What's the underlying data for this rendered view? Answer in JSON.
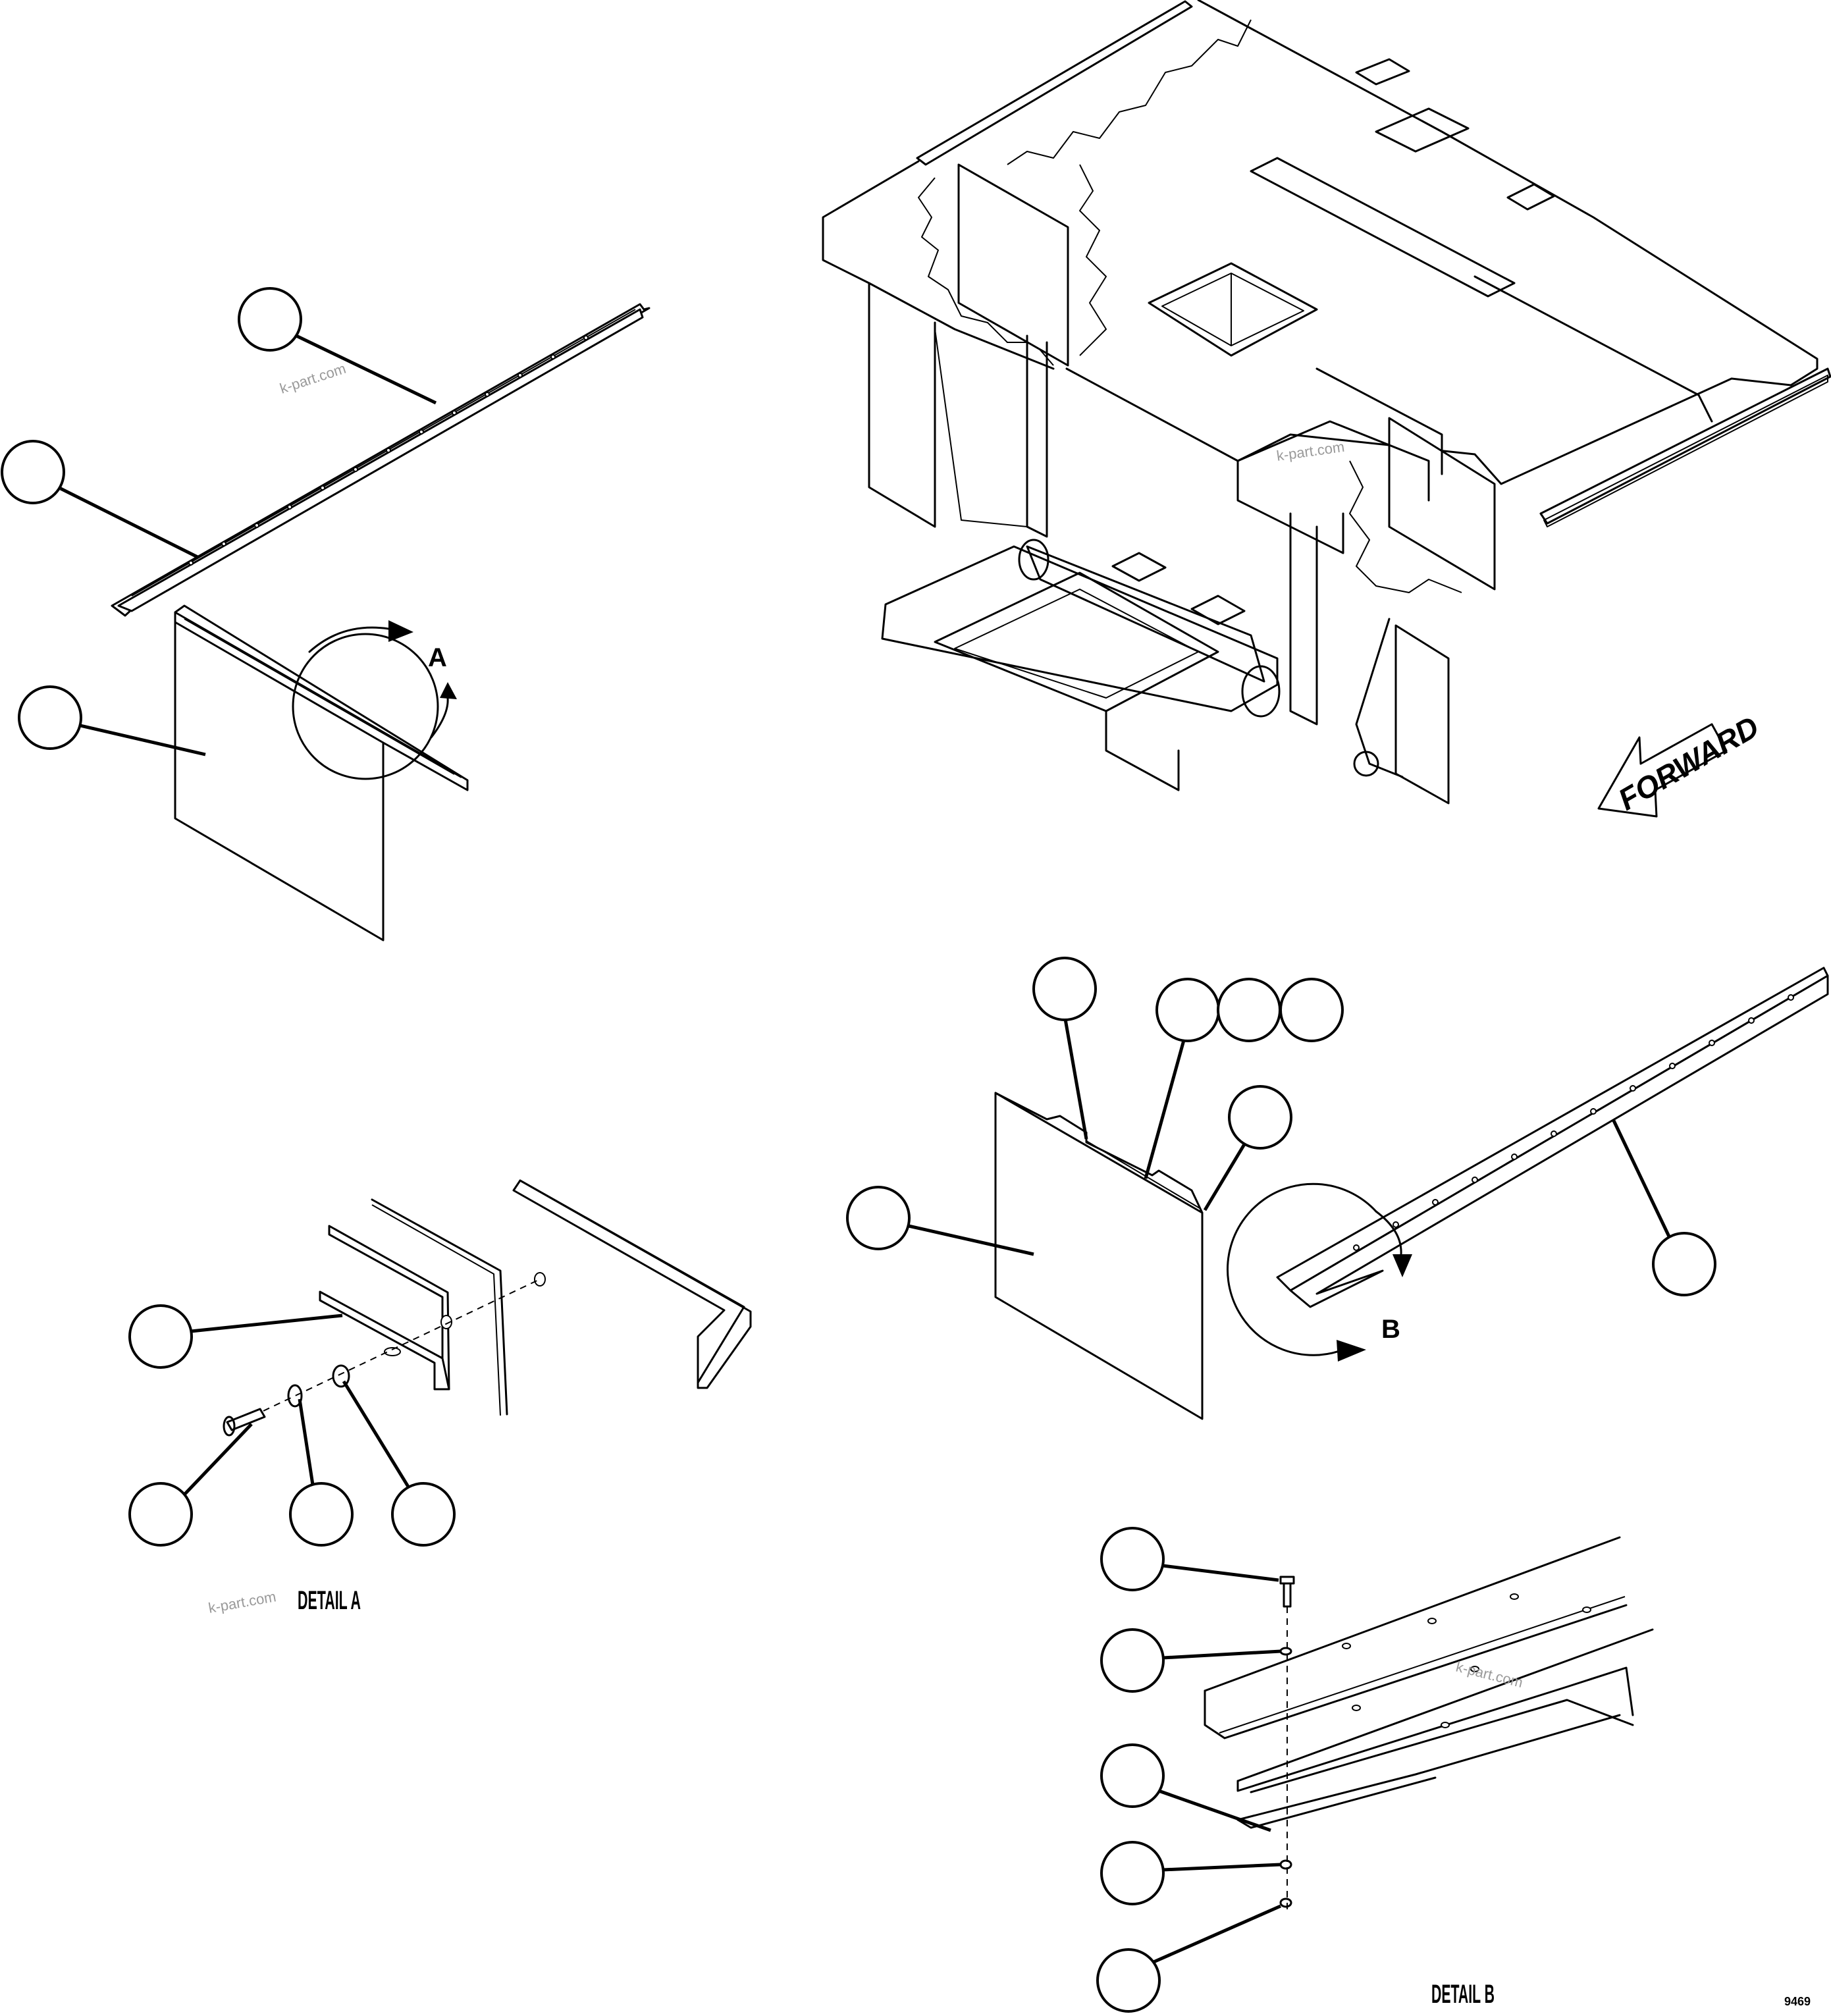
{
  "labels": {
    "detail_a_arrow": "A",
    "detail_b_arrow": "B",
    "detail_a_title": "DETAIL A",
    "detail_b_title": "DETAIL B",
    "forward": "FORWARD",
    "figure_number": "9469"
  },
  "watermarks": {
    "top_left": "k-part.com",
    "top_center": "k-part.com",
    "detail_a": "k-part.com",
    "detail_b": "k-part.com"
  },
  "icons": {
    "forward_arrow": "forward-arrow-icon",
    "rotation_arrow": "curved-arrow-icon"
  }
}
